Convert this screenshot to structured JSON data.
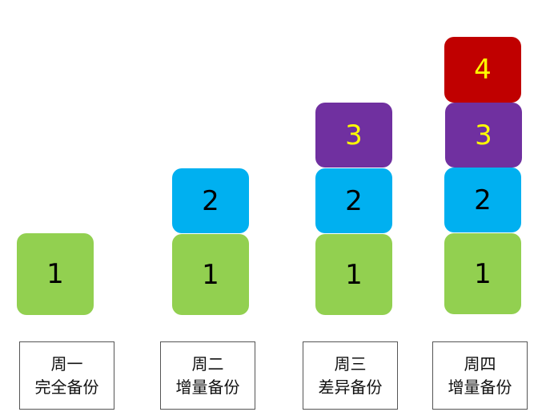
{
  "colors": {
    "week1_block": "#92d050",
    "week2_block": "#00b0f0",
    "week3_block": "#7030a0",
    "week4_block": "#c00000",
    "highlight_text": "#ffff00"
  },
  "columns": [
    {
      "day": "周一",
      "type": "完全备份",
      "blocks": [
        "1"
      ]
    },
    {
      "day": "周二",
      "type": "增量备份",
      "blocks": [
        "1",
        "2"
      ]
    },
    {
      "day": "周三",
      "type": "差异备份",
      "blocks": [
        "1",
        "2",
        "3"
      ]
    },
    {
      "day": "周四",
      "type": "增量备份",
      "blocks": [
        "1",
        "2",
        "3",
        "4"
      ]
    }
  ]
}
